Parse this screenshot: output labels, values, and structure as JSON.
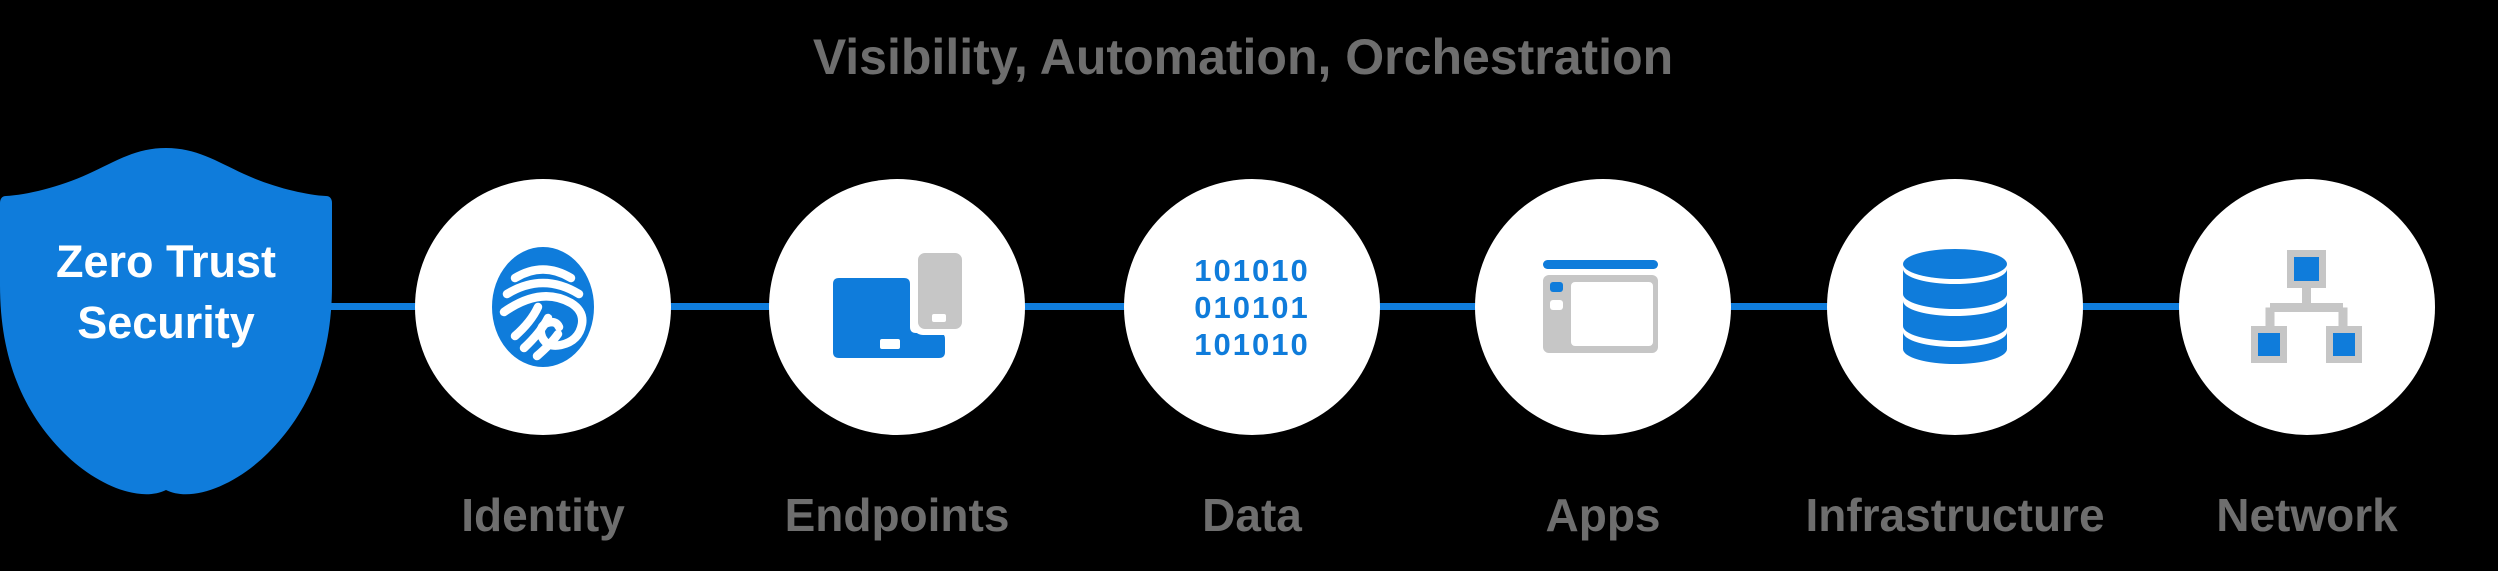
{
  "title": "Visibility, Automation, Orchestration",
  "shield": {
    "title_line1": "Zero Trust",
    "title_line2": "Security"
  },
  "nodes": [
    {
      "label": "Identity"
    },
    {
      "label": "Endpoints"
    },
    {
      "label": "Data",
      "binary_lines": [
        "101010",
        "010101",
        "101010"
      ]
    },
    {
      "label": "Apps"
    },
    {
      "label": "Infrastructure"
    },
    {
      "label": "Network"
    }
  ],
  "colors": {
    "background": "#000000",
    "accent_blue": "#0F7CDB",
    "icon_gray": "#C6C6C6",
    "label_gray": "#6E6E6E",
    "circle_white": "#FFFFFF",
    "shield_text_white": "#FFFFFF"
  }
}
